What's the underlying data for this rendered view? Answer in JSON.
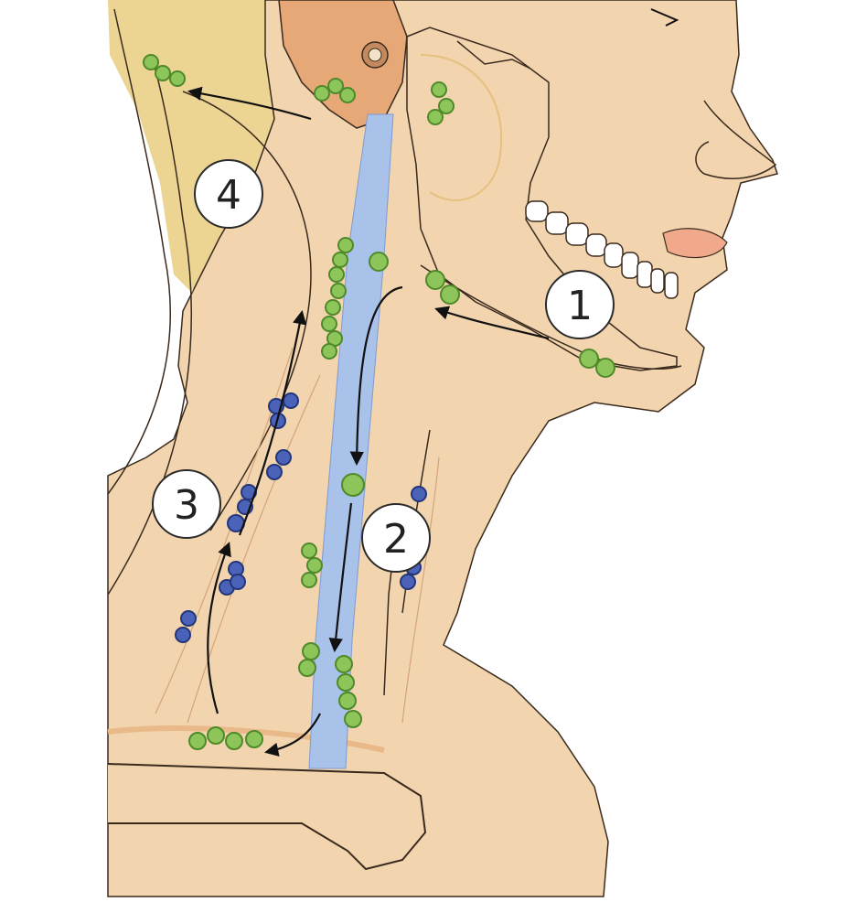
{
  "diagram": {
    "callouts": [
      {
        "id": "1",
        "label": "1"
      },
      {
        "id": "2",
        "label": "2"
      },
      {
        "id": "3",
        "label": "3"
      },
      {
        "id": "4",
        "label": "4"
      }
    ],
    "colors": {
      "background": "#ffffff",
      "skin": "#f2d4ae",
      "skin_shadow": "#e9c39a",
      "hair": "#ecd492",
      "ear": "#e7a878",
      "vein": "#a9c2ea",
      "outline": "#3a2a1e",
      "node_green": "#8ec55a",
      "node_green_edge": "#4e8a2a",
      "node_blue": "#4a62b8",
      "node_blue_edge": "#23367a",
      "arrow": "#111111",
      "callout_fill": "#ffffff",
      "callout_edge": "#2b2b2b"
    },
    "icons": [
      "lymph-node-icon",
      "flow-arrow-icon"
    ]
  }
}
